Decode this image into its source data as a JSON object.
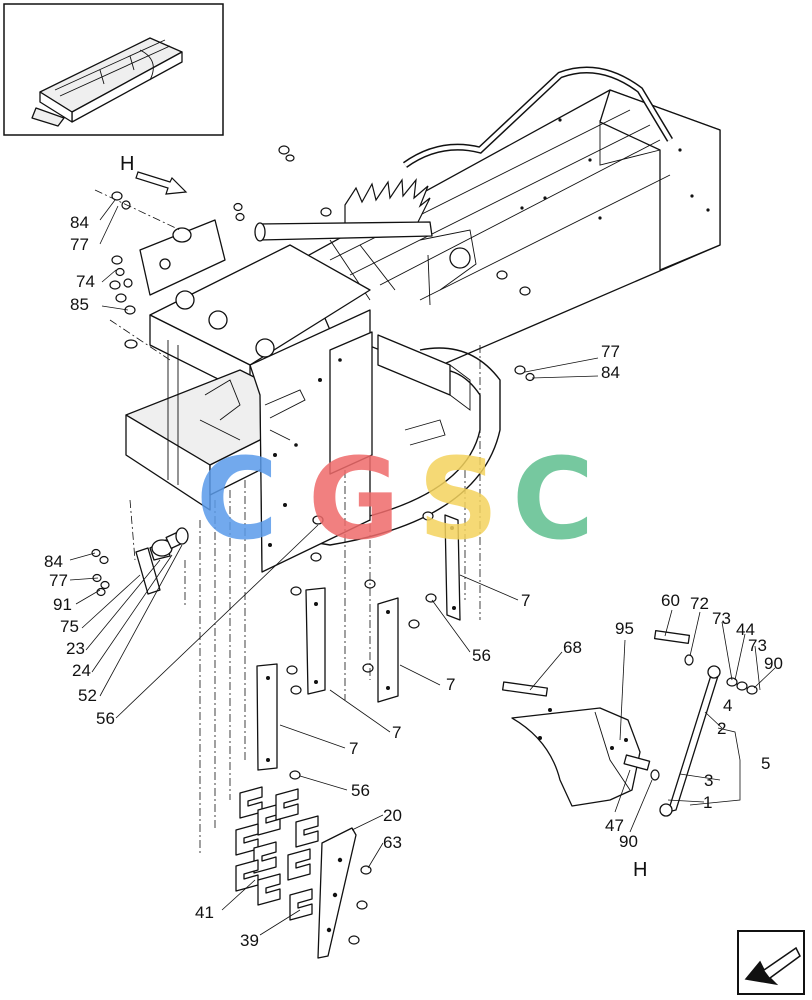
{
  "view_letters": {
    "top": "H",
    "bottom": "H"
  },
  "watermark": {
    "letters": [
      "C",
      "G",
      "S",
      "C"
    ],
    "colors": [
      "#5a9bea",
      "#ef6b6b",
      "#f4d35e",
      "#5fbf8f"
    ]
  },
  "callouts": {
    "c84a": "84",
    "c77a": "77",
    "c74": "74",
    "c85": "85",
    "c77b": "77",
    "c84b": "84",
    "c84c": "84",
    "c77c": "77",
    "c91": "91",
    "c75": "75",
    "c23": "23",
    "c24": "24",
    "c52": "52",
    "c56a": "56",
    "c7a": "7",
    "c56b": "56",
    "c7b": "7",
    "c7c": "7",
    "c7d": "7",
    "c56c": "56",
    "c20": "20",
    "c63": "63",
    "c41": "41",
    "c39": "39",
    "c68": "68",
    "c95": "95",
    "c60": "60",
    "c72": "72",
    "c73a": "73",
    "c44": "44",
    "c73b": "73",
    "c90a": "90",
    "c4": "4",
    "c2": "2",
    "c5": "5",
    "c3": "3",
    "c1": "1",
    "c47": "47",
    "c90b": "90"
  },
  "icons": {
    "thumbnail": "assembly-thumbnail-icon",
    "next_page": "next-page-arrow-icon"
  }
}
